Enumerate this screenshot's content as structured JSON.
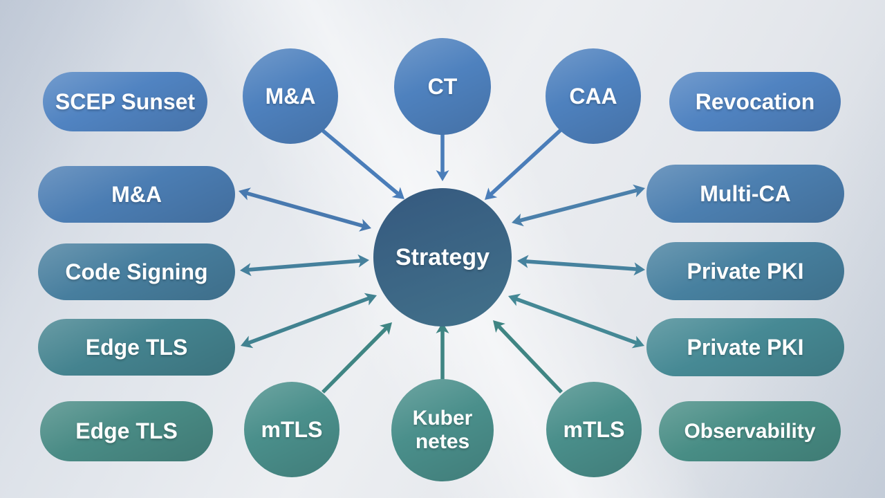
{
  "diagram": {
    "center": {
      "label": "Strategy",
      "fill_top": "#35597f",
      "fill_bottom": "#42718a"
    },
    "nodes": [
      {
        "id": "scep-sunset",
        "label": "SCEP Sunset",
        "shape": "pill",
        "fill": "#5083c1"
      },
      {
        "id": "ma-circle",
        "label": "M&A",
        "shape": "circle",
        "fill": "#4e81be"
      },
      {
        "id": "ct",
        "label": "CT",
        "shape": "circle",
        "fill": "#4e81be"
      },
      {
        "id": "caa",
        "label": "CAA",
        "shape": "circle",
        "fill": "#4e81be"
      },
      {
        "id": "revocation",
        "label": "Revocation",
        "shape": "pill",
        "fill": "#5083c1"
      },
      {
        "id": "ma-pill",
        "label": "M&A",
        "shape": "pill",
        "fill": "#4b7db3"
      },
      {
        "id": "multi-ca",
        "label": "Multi-CA",
        "shape": "pill",
        "fill": "#4c7fb0"
      },
      {
        "id": "code-signing",
        "label": "Code Signing",
        "shape": "pill",
        "fill": "#477e9e"
      },
      {
        "id": "private-pki-1",
        "label": "Private PKI",
        "shape": "pill",
        "fill": "#47809f"
      },
      {
        "id": "edge-tls-1",
        "label": "Edge TLS",
        "shape": "pill",
        "fill": "#44838f"
      },
      {
        "id": "private-pki-2",
        "label": "Private PKI",
        "shape": "pill",
        "fill": "#468994"
      },
      {
        "id": "edge-tls-2",
        "label": "Edge TLS",
        "shape": "pill",
        "fill": "#498b85"
      },
      {
        "id": "mtls-left",
        "label": "mTLS",
        "shape": "circle",
        "fill": "#4a8f8b"
      },
      {
        "id": "kubernetes",
        "label": "Kuber netes",
        "shape": "circle",
        "fill": "#4a8f8b"
      },
      {
        "id": "mtls-right",
        "label": "mTLS",
        "shape": "circle",
        "fill": "#4a8f8b"
      },
      {
        "id": "observability",
        "label": "Observability",
        "shape": "pill",
        "fill": "#488d85"
      }
    ],
    "edges": [
      {
        "from": "ma-circle",
        "to": "strategy",
        "direction": "in",
        "color": "#4a7db9"
      },
      {
        "from": "ct",
        "to": "strategy",
        "direction": "in",
        "color": "#4a7db9"
      },
      {
        "from": "caa",
        "to": "strategy",
        "direction": "in",
        "color": "#4a7db9"
      },
      {
        "from": "ma-pill",
        "to": "strategy",
        "direction": "both",
        "color": "#4879af"
      },
      {
        "from": "multi-ca",
        "to": "strategy",
        "direction": "both",
        "color": "#4b80ab"
      },
      {
        "from": "code-signing",
        "to": "strategy",
        "direction": "both",
        "color": "#45809c"
      },
      {
        "from": "private-pki-1",
        "to": "strategy",
        "direction": "both",
        "color": "#46829e"
      },
      {
        "from": "edge-tls-1",
        "to": "strategy",
        "direction": "both",
        "color": "#418290"
      },
      {
        "from": "private-pki-2",
        "to": "strategy",
        "direction": "both",
        "color": "#448895"
      },
      {
        "from": "mtls-left",
        "to": "strategy",
        "direction": "in",
        "color": "#3f8583"
      },
      {
        "from": "kubernetes",
        "to": "strategy",
        "direction": "in",
        "color": "#3f8583"
      },
      {
        "from": "mtls-right",
        "to": "strategy",
        "direction": "in",
        "color": "#3f8583"
      }
    ]
  }
}
